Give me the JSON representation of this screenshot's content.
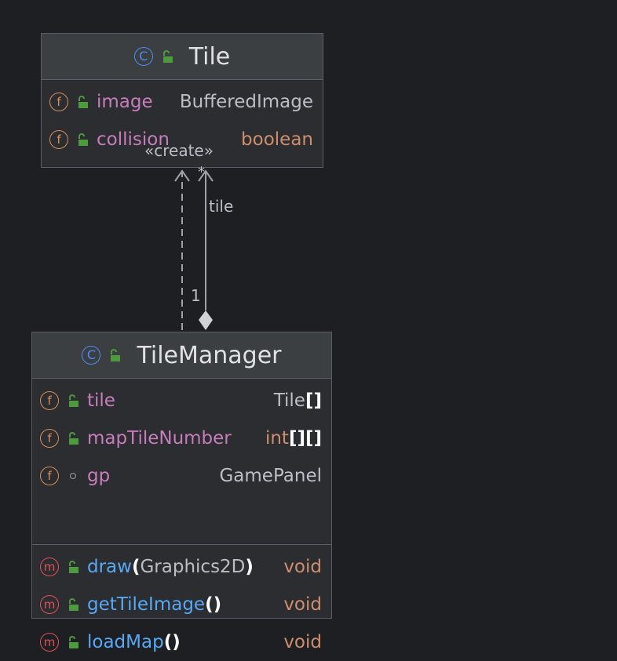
{
  "diagram": {
    "classes": [
      {
        "name": "Tile",
        "fields": [
          {
            "name": "image",
            "type": "BufferedImage"
          },
          {
            "name": "collision",
            "type": "boolean"
          }
        ]
      },
      {
        "name": "TileManager",
        "fields": [
          {
            "name": "tile",
            "type_base": "Tile",
            "type_suffix": "[]"
          },
          {
            "name": "mapTileNumber",
            "type_base": "int",
            "type_suffix": "[][]"
          },
          {
            "name": "gp",
            "type": "GamePanel"
          }
        ],
        "methods": [
          {
            "name": "draw",
            "params": "Graphics2D",
            "paren_open": "(",
            "paren_close": ")",
            "return": "void"
          },
          {
            "name": "getTileImage",
            "params": "()",
            "return": "void"
          },
          {
            "name": "loadMap",
            "params": "()",
            "return": "void"
          }
        ]
      }
    ],
    "relations": {
      "create_stereotype": "«create»",
      "composition_role": "tile",
      "source_multiplicity": "1",
      "target_multiplicity": "*"
    },
    "icons": {
      "class_glyph": "C",
      "field_glyph": "f",
      "method_glyph": "m"
    }
  },
  "colors": {
    "background": "#1e1f22",
    "box": "#2b2d30",
    "header": "#3c3f41",
    "field_name": "#c77dbb",
    "method_name": "#57a8f5",
    "keyword_type": "#cf8e6d",
    "plain_type": "#bcbec4",
    "public_lock": "#4e9a3e"
  }
}
